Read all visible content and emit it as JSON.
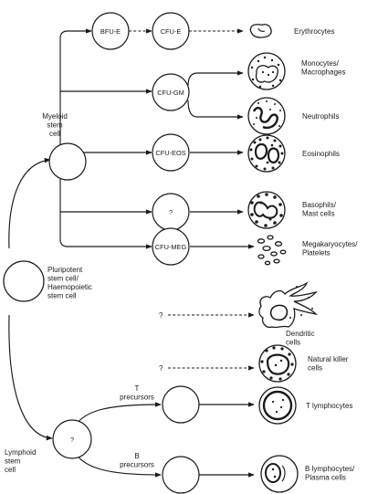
{
  "progenitors": {
    "myeloid": "Myeloid\nstem\ncell",
    "pluripotent": "Pluripotent\nstem cell/\nHaemopoietic\nstem cell",
    "lymphoid": "Lymphoid\nstem\ncell"
  },
  "nodes": {
    "bfu_e": "BFU-E",
    "cfu_e": "CFU-E",
    "cfu_gm": "CFU-GM",
    "cfu_eos": "CFU-EOS",
    "unknown": "?",
    "cfu_meg": "CFU-MEG",
    "lymphoid_q": "?"
  },
  "origins": {
    "dendritic_q": "?",
    "nk_q": "?"
  },
  "precursors": {
    "t": "T\nprecursors",
    "b": "B\nprecursors"
  },
  "mature_cells": {
    "erythrocytes": "Erythrocytes",
    "monocytes": "Monocytes/\nMacrophages",
    "neutrophils": "Neutrophils",
    "eosinophils": "Eosinophils",
    "basophils": "Basophils/\nMast cells",
    "megakaryocytes": "Megakaryocytes/\nPlatelets",
    "dendritic": "Dendritic\ncells",
    "nk": "Natural killer\ncells",
    "t_lymphocytes": "T lymphocytes",
    "b_lymphocytes": "B lymphocytes/\nPlasma cells"
  }
}
